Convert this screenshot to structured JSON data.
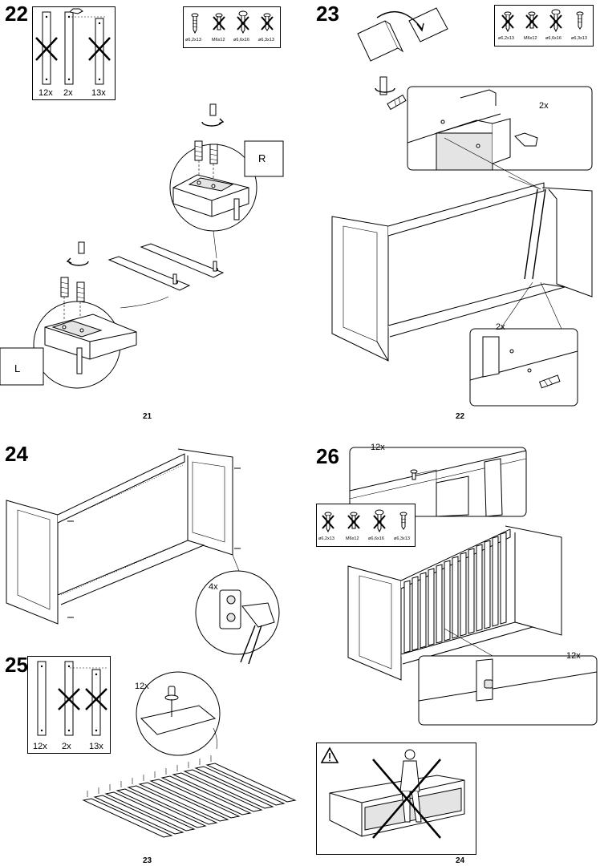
{
  "page_numbers": {
    "left_top": "21",
    "right_top": "22",
    "left_bottom": "23",
    "right_bottom": "24"
  },
  "steps": {
    "s22": {
      "number": "22",
      "slat_quantities": [
        "12x",
        "2x",
        "13x"
      ],
      "hardware": [
        "ø6,2x13",
        "M6x12",
        "ø6,6x16",
        "ø6,3x13"
      ],
      "callout_right": "R",
      "callout_left": "L"
    },
    "s23": {
      "number": "23",
      "hardware": [
        "ø6,2x13",
        "M6x12",
        "ø6,6x16",
        "ø6,3x13"
      ],
      "qty_top": "2x",
      "qty_bottom": "2x"
    },
    "s24": {
      "number": "24",
      "qty": "4x"
    },
    "s25": {
      "number": "25",
      "slat_quantities": [
        "12x",
        "2x",
        "13x"
      ],
      "qty_pin": "12x"
    },
    "s26": {
      "number": "26",
      "qty_top": "12x",
      "qty_bottom": "12x",
      "hardware": [
        "ø6,2x13",
        "M6x12",
        "ø6,6x16",
        "ø6,3x13"
      ]
    },
    "warning": {
      "icon": "warning-triangle-icon"
    }
  },
  "colors": {
    "line": "#000000",
    "shade": "#e4e4e4",
    "dark": "#555555"
  }
}
